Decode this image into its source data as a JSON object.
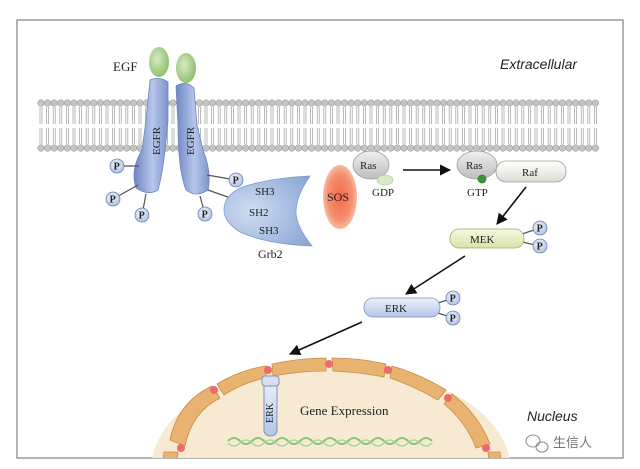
{
  "labels": {
    "extracellular": "Extracellular",
    "nucleus": "Nucleus",
    "egf": "EGF",
    "egfr_left": "EGFR",
    "egfr_right": "EGFR",
    "phospho": "P",
    "sh3_top": "SH3",
    "sh2": "SH2",
    "sh3_bottom": "SH3",
    "grb2": "Grb2",
    "sos": "SOS",
    "ras_gdp": "Ras",
    "gdp": "GDP",
    "ras_gtp": "Ras",
    "gtp": "GTP",
    "raf": "Raf",
    "mek": "MEK",
    "erk": "ERK",
    "erk_nucleus": "ERK",
    "gene_expression": "Gene Expression"
  },
  "watermark": {
    "text": "生信人"
  },
  "colors": {
    "frame": "#9a9a9a",
    "membrane_head": "#bdbdbd",
    "receptor": "#8ea3d6",
    "egf": "#a8d08d",
    "phospho_fill": "#cfdcf0",
    "phospho_stroke": "#6c84b3",
    "grb2": "#a9c1e2",
    "sos": "#e8593e",
    "ras": "#c9c9c9",
    "raf": "#f2f2ee",
    "mek": "#e6eec0",
    "erk": "#c7d6ee",
    "nucleus_fill": "#f7e6c9",
    "nucleus_plate": "#e9b87a",
    "nuclear_pore": "#ee6b6b",
    "gtp_dot": "#3f8f3a"
  }
}
